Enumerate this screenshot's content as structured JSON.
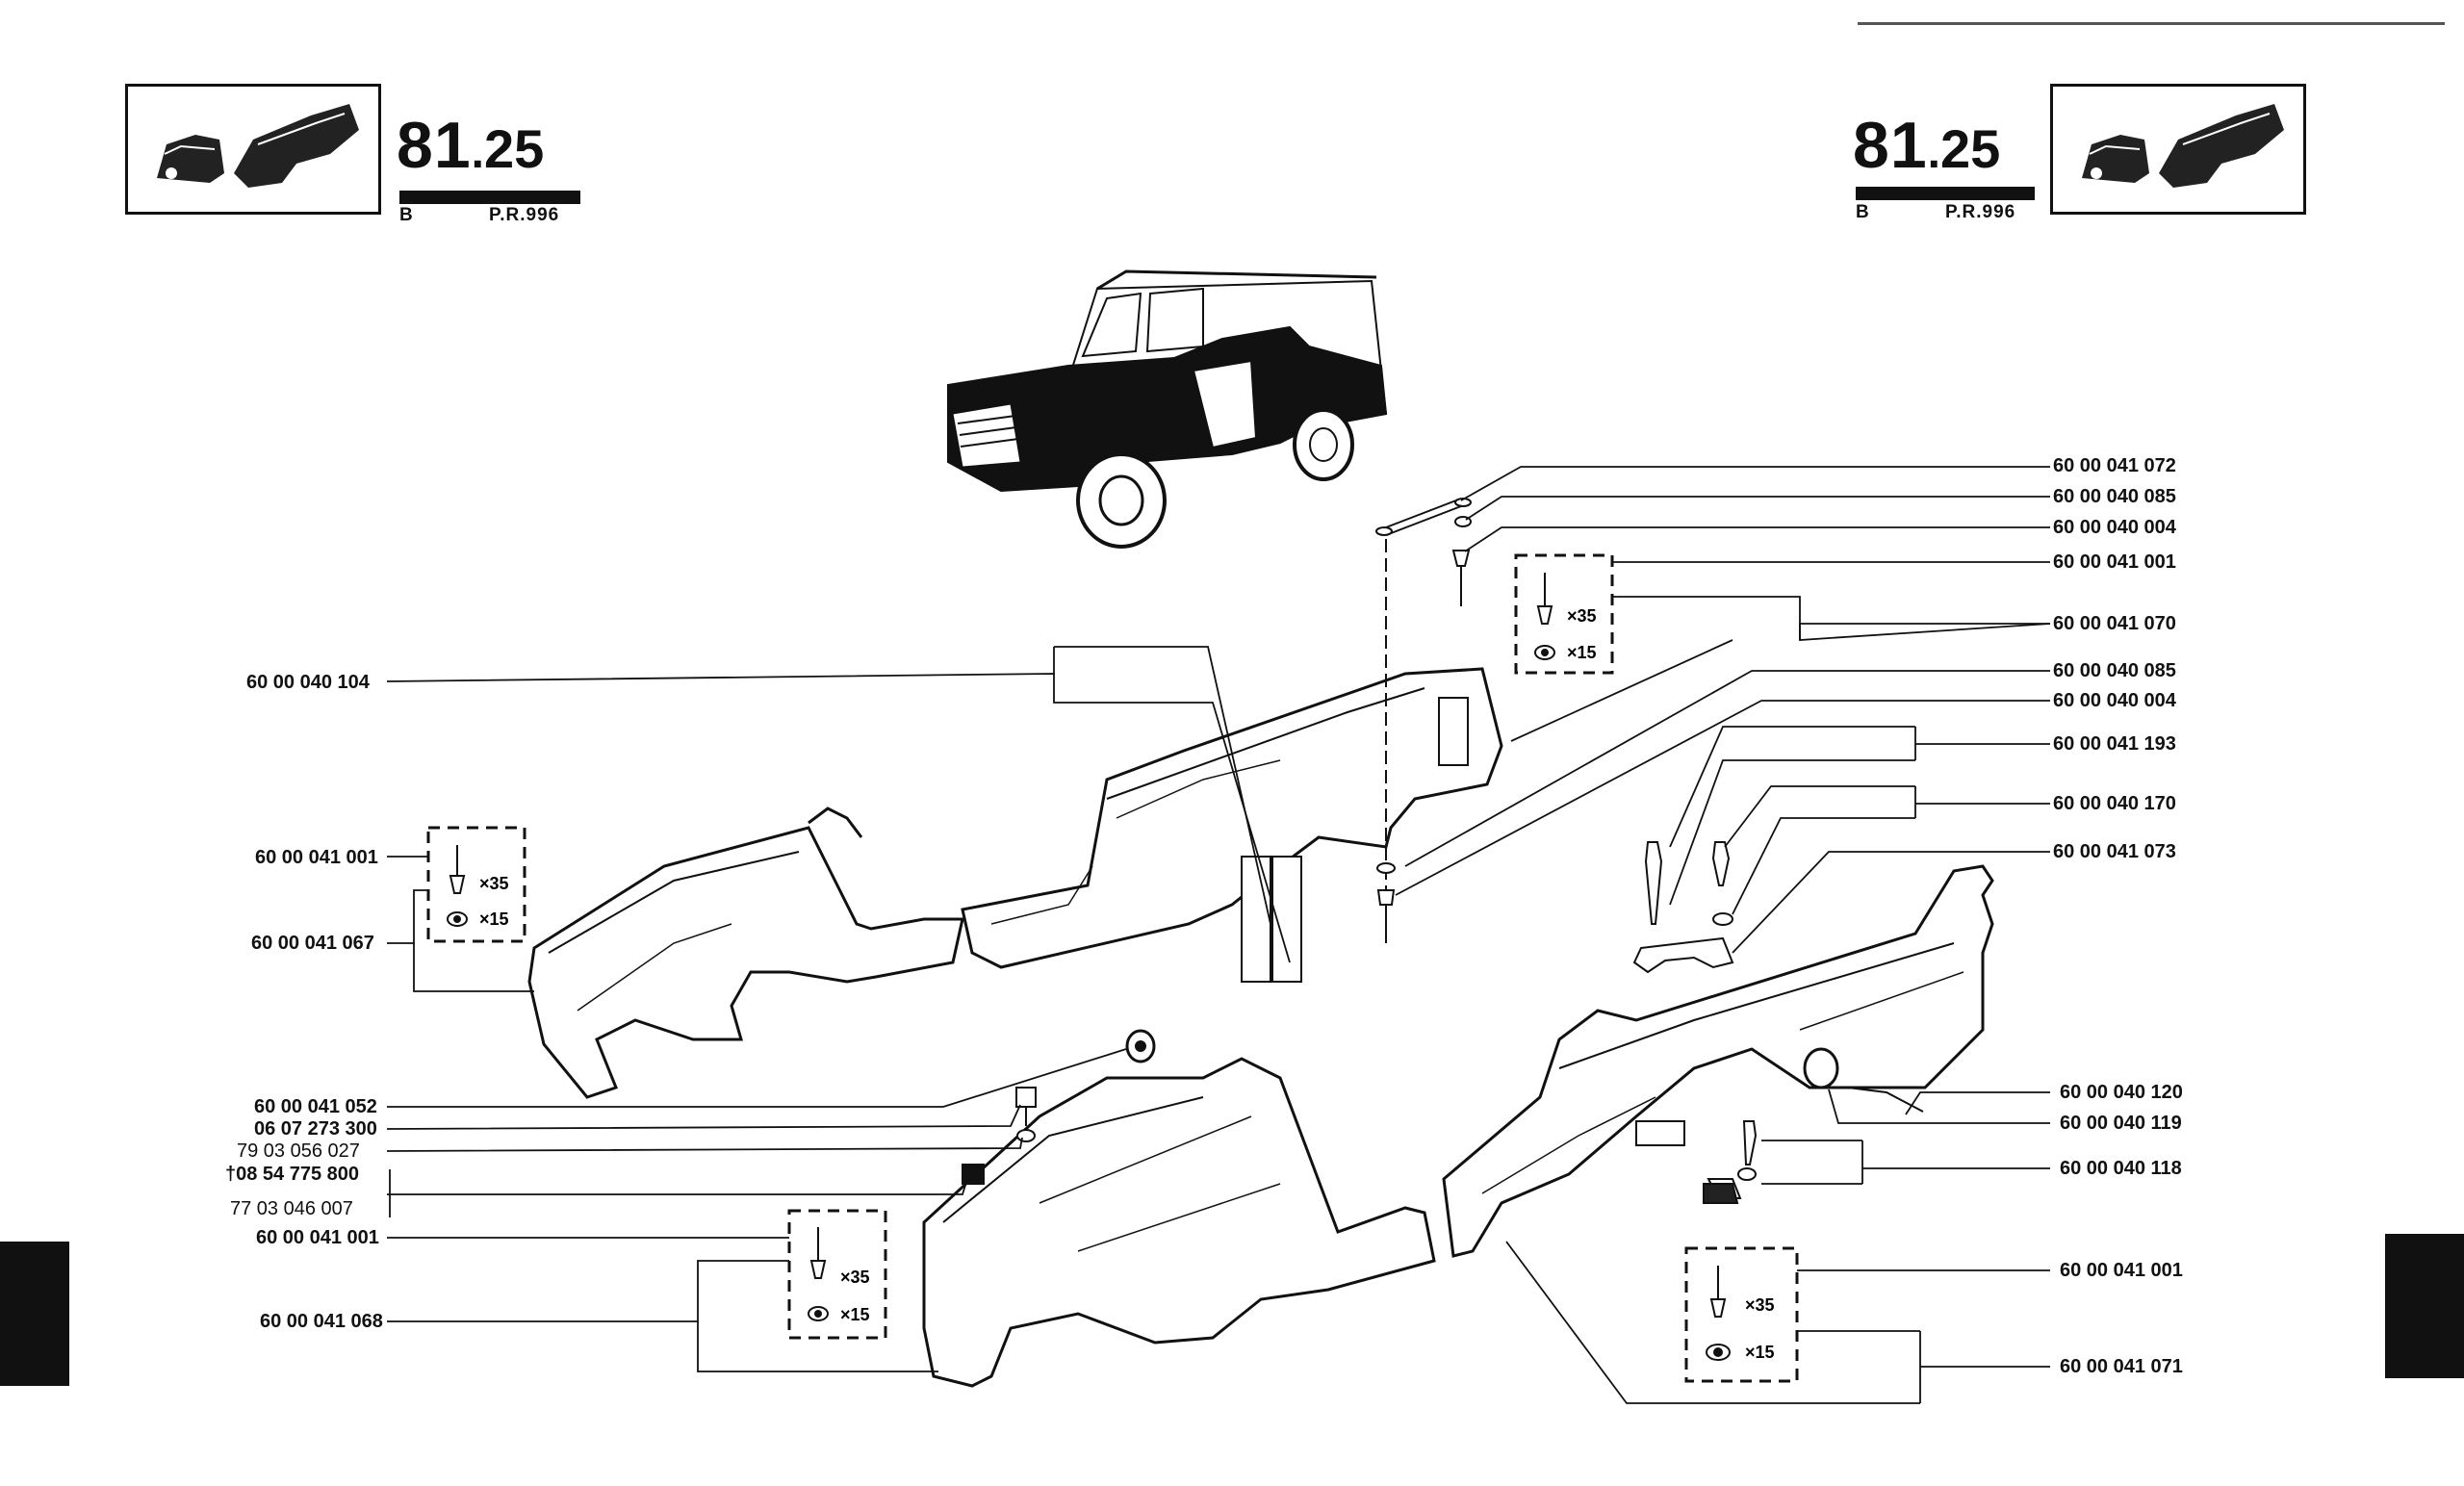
{
  "header_left": {
    "section_major": "81",
    "section_sep": ".",
    "section_minor": "25",
    "variant": "B",
    "ref": "P.R.996"
  },
  "header_right": {
    "section_major": "81",
    "section_sep": ".",
    "section_minor": "25",
    "variant": "B",
    "ref": "P.R.996"
  },
  "kit_qty": {
    "screw": "×35",
    "washer": "×15"
  },
  "labels": {
    "l1": "60 00 041 072",
    "l2": "60 00 040 085",
    "l3": "60 00 040 004",
    "l4": "60 00 041 001",
    "l5": "60 00 041 070",
    "l6": "60 00 040 085",
    "l7": "60 00 040 004",
    "l8": "60 00 041 193",
    "l9": "60 00 040 170",
    "l10": "60 00 041 073",
    "l11": "60 00 040 120",
    "l12": "60 00 040 119",
    "l13": "60 00 040 118",
    "l14": "60 00 041 001",
    "l15": "60 00 041 071",
    "l16": "60 00 040 104",
    "l17": "60 00 041 001",
    "l18": "60 00 041 067",
    "l19": "60 00 041 052",
    "l20": "06 07 273 300",
    "l21": "79 03 056 027",
    "l22": "†08 54 775 800",
    "l23": "77 03 046 007",
    "l24": "60 00 041 001",
    "l25": "60 00 041 068"
  }
}
